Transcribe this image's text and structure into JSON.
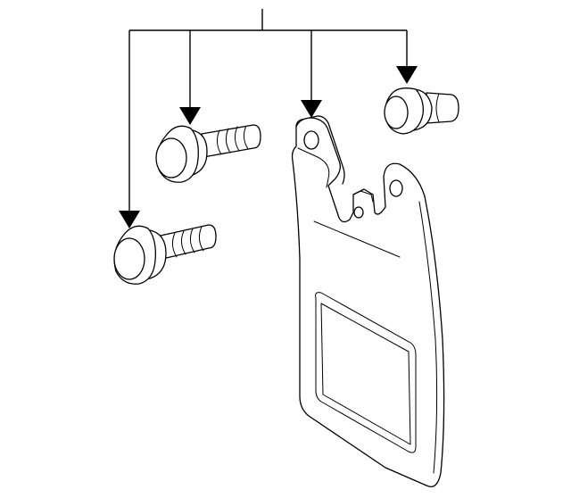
{
  "diagram": {
    "parts": [
      {
        "id": "bolt-upper",
        "icon": "hex-flange-bolt"
      },
      {
        "id": "bolt-lower",
        "icon": "hex-flange-bolt"
      },
      {
        "id": "mud-flap",
        "icon": "mud-flap-panel"
      },
      {
        "id": "nut",
        "icon": "hex-flange-nut"
      }
    ],
    "line_color": "#000000",
    "background": "#ffffff"
  }
}
